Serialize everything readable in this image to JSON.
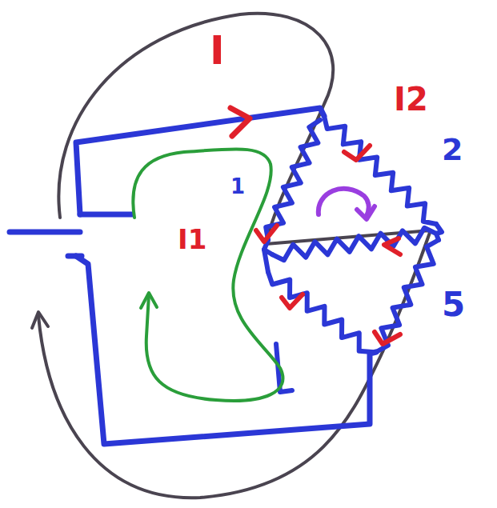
{
  "diagram": {
    "labels": [
      "I",
      "I2",
      "2",
      "1",
      "I1",
      "5"
    ]
  }
}
